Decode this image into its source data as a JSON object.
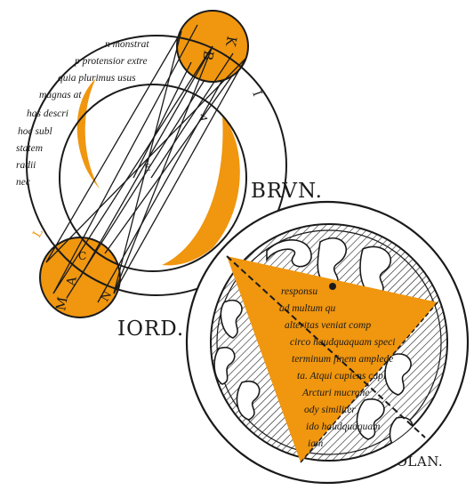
{
  "colors": {
    "ink": "#1a1a1a",
    "orange": "#f0960f",
    "paper": "#ffffff"
  },
  "labels": {
    "brvn": "BRVN.",
    "iord": "IORD.",
    "nolan": "NOLAN."
  },
  "letters": {
    "top_k": "K",
    "top_b": "B",
    "right_i": "I",
    "inner_a": "A",
    "center_e": "E",
    "bottom_c": "C",
    "bottom_a": "A",
    "bottom_m": "M",
    "bottom_n": "N",
    "left_l": "L"
  },
  "text_upper": [
    "n monstrat",
    "p protensior extre",
    "quia plurimus usus",
    "magnas at",
    "has descri",
    "hoc subl",
    "statem",
    "radii",
    "nec"
  ],
  "text_lower": [
    "responsu",
    "ad multum qu",
    "alteritas veniat comp",
    "circo haudquaquam speci",
    "terminum finem amplede",
    "ta. Atqui cupiens capi",
    "Arcturi mucrone",
    "ody similiter",
    "ido haudquaquam",
    "iam"
  ]
}
